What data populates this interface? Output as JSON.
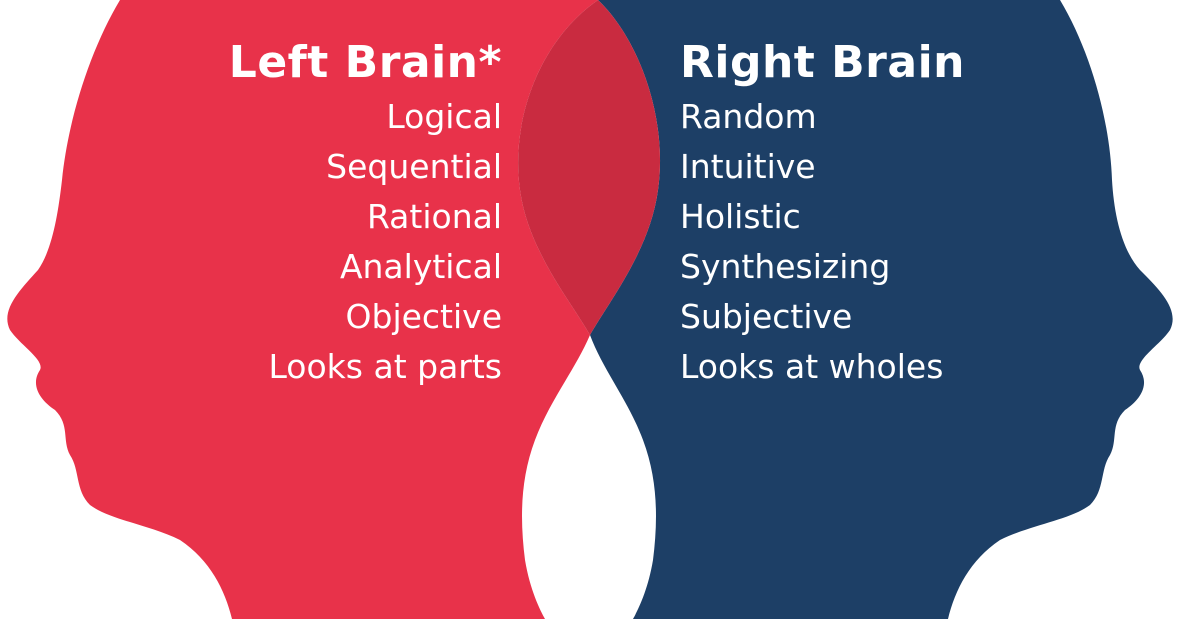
{
  "colors": {
    "left_head": "#e8324a",
    "right_head": "#1d3f66",
    "overlap": "#c92b40",
    "text": "#ffffff",
    "background": "#ffffff"
  },
  "left": {
    "title": "Left Brain*",
    "items": [
      "Logical",
      "Sequential",
      "Rational",
      "Analytical",
      "Objective",
      "Looks at parts"
    ]
  },
  "right": {
    "title": "Right Brain",
    "items": [
      "Random",
      "Intuitive",
      "Holistic",
      "Synthesizing",
      "Subjective",
      "Looks at wholes"
    ]
  }
}
